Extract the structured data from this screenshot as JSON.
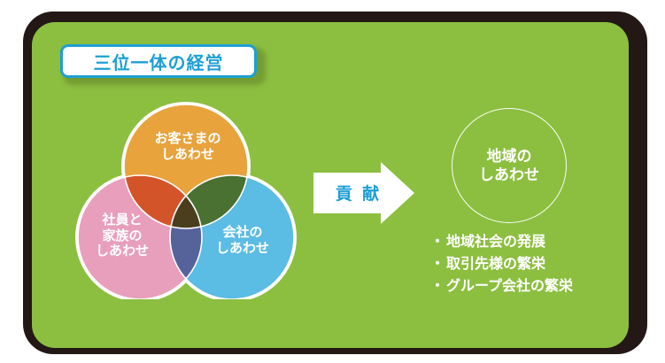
{
  "frame": {
    "border_color": "#231815",
    "panel_color": "#8CBF40"
  },
  "title": {
    "label": "三位一体の経営",
    "text_color": "#1D9FD4",
    "border_color": "#1D9FD4",
    "background": "#FFFFFF"
  },
  "venn": {
    "circles": [
      {
        "id": "customer",
        "label_lines": "お客さまの\nしあわせ",
        "line1": "お客さまの",
        "line2": "しあわせ",
        "color": "#E8A33D"
      },
      {
        "id": "employee",
        "label_lines": "社員と\n家族の\nしあわせ",
        "line1": "社員と",
        "line2": "家族の",
        "line3": "しあわせ",
        "color": "#E89FBC"
      },
      {
        "id": "company",
        "label_lines": "会社の\nしあわせ",
        "line1": "会社の",
        "line2": "しあわせ",
        "color": "#5BBCE4"
      }
    ],
    "overlap_colors": {
      "customer_employee": "#D4542A",
      "customer_company": "#4A7032",
      "employee_company": "#56639B",
      "center": "#4A3E1E"
    },
    "stroke_color": "#FFFFFF"
  },
  "arrow": {
    "label": "貢 献",
    "fill": "#FFFFFF",
    "text_color": "#1D9FD4"
  },
  "region": {
    "line1": "地域の",
    "line2": "しあわせ",
    "outline_color": "#FFFFFF",
    "text_color": "#FFFFFF"
  },
  "bullets": {
    "marker": "・",
    "items": [
      "地域社会の発展",
      "取引先様の繁栄",
      "グループ会社の繁栄"
    ]
  }
}
